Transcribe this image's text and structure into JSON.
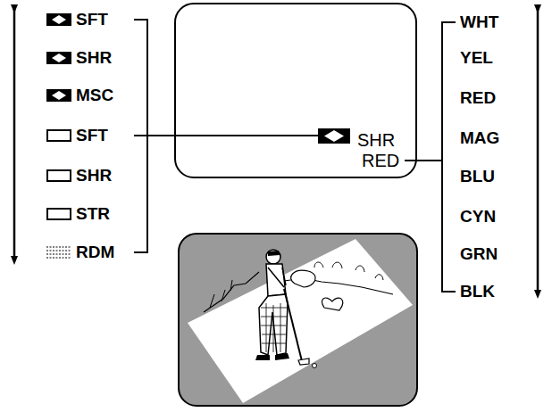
{
  "diagram": {
    "nodes": [
      {
        "text": [
          "SHR",
          "RED"
        ]
      }
    ],
    "labels": [
      "SFT",
      "SHR",
      "MSC",
      "SFT",
      "SHR",
      "STR",
      "RDM",
      "WHT",
      "YEL",
      "RED",
      "MAG",
      "BLU",
      "CYN",
      "GRN",
      "BLK"
    ]
  }
}
